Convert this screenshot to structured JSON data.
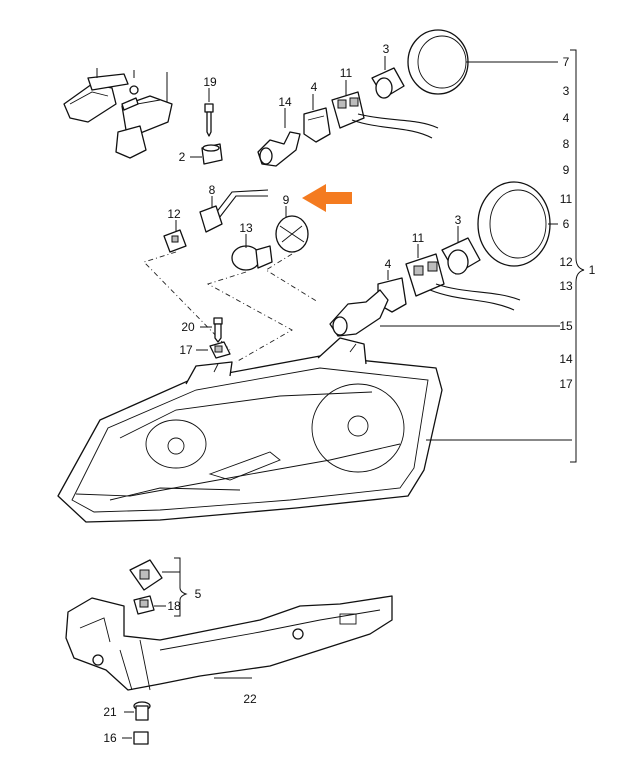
{
  "colors": {
    "line": "#111111",
    "accent_arrow": "#f47b20",
    "fill_gray": "#bdbdbd",
    "background": "#ffffff"
  },
  "callouts": {
    "c1": "1",
    "c2": "2",
    "c3a": "3",
    "c3b": "3",
    "c4a": "4",
    "c4b": "4",
    "c5": "5",
    "c6": "6",
    "c7": "7",
    "c8": "8",
    "c9": "9",
    "c11a": "11",
    "c11b": "11",
    "c12": "12",
    "c13": "13",
    "c14": "14",
    "c15": "15",
    "c16": "16",
    "c17": "17",
    "c18": "18",
    "c19": "19",
    "c20": "20",
    "c21": "21",
    "c22": "22"
  },
  "assembly_list": {
    "items": [
      "3",
      "4",
      "8",
      "9",
      "11",
      "6",
      "12",
      "13",
      "14",
      "17"
    ]
  },
  "highlight_arrow": {
    "icon": "orange-arrow-left-icon",
    "points_to": "9"
  }
}
